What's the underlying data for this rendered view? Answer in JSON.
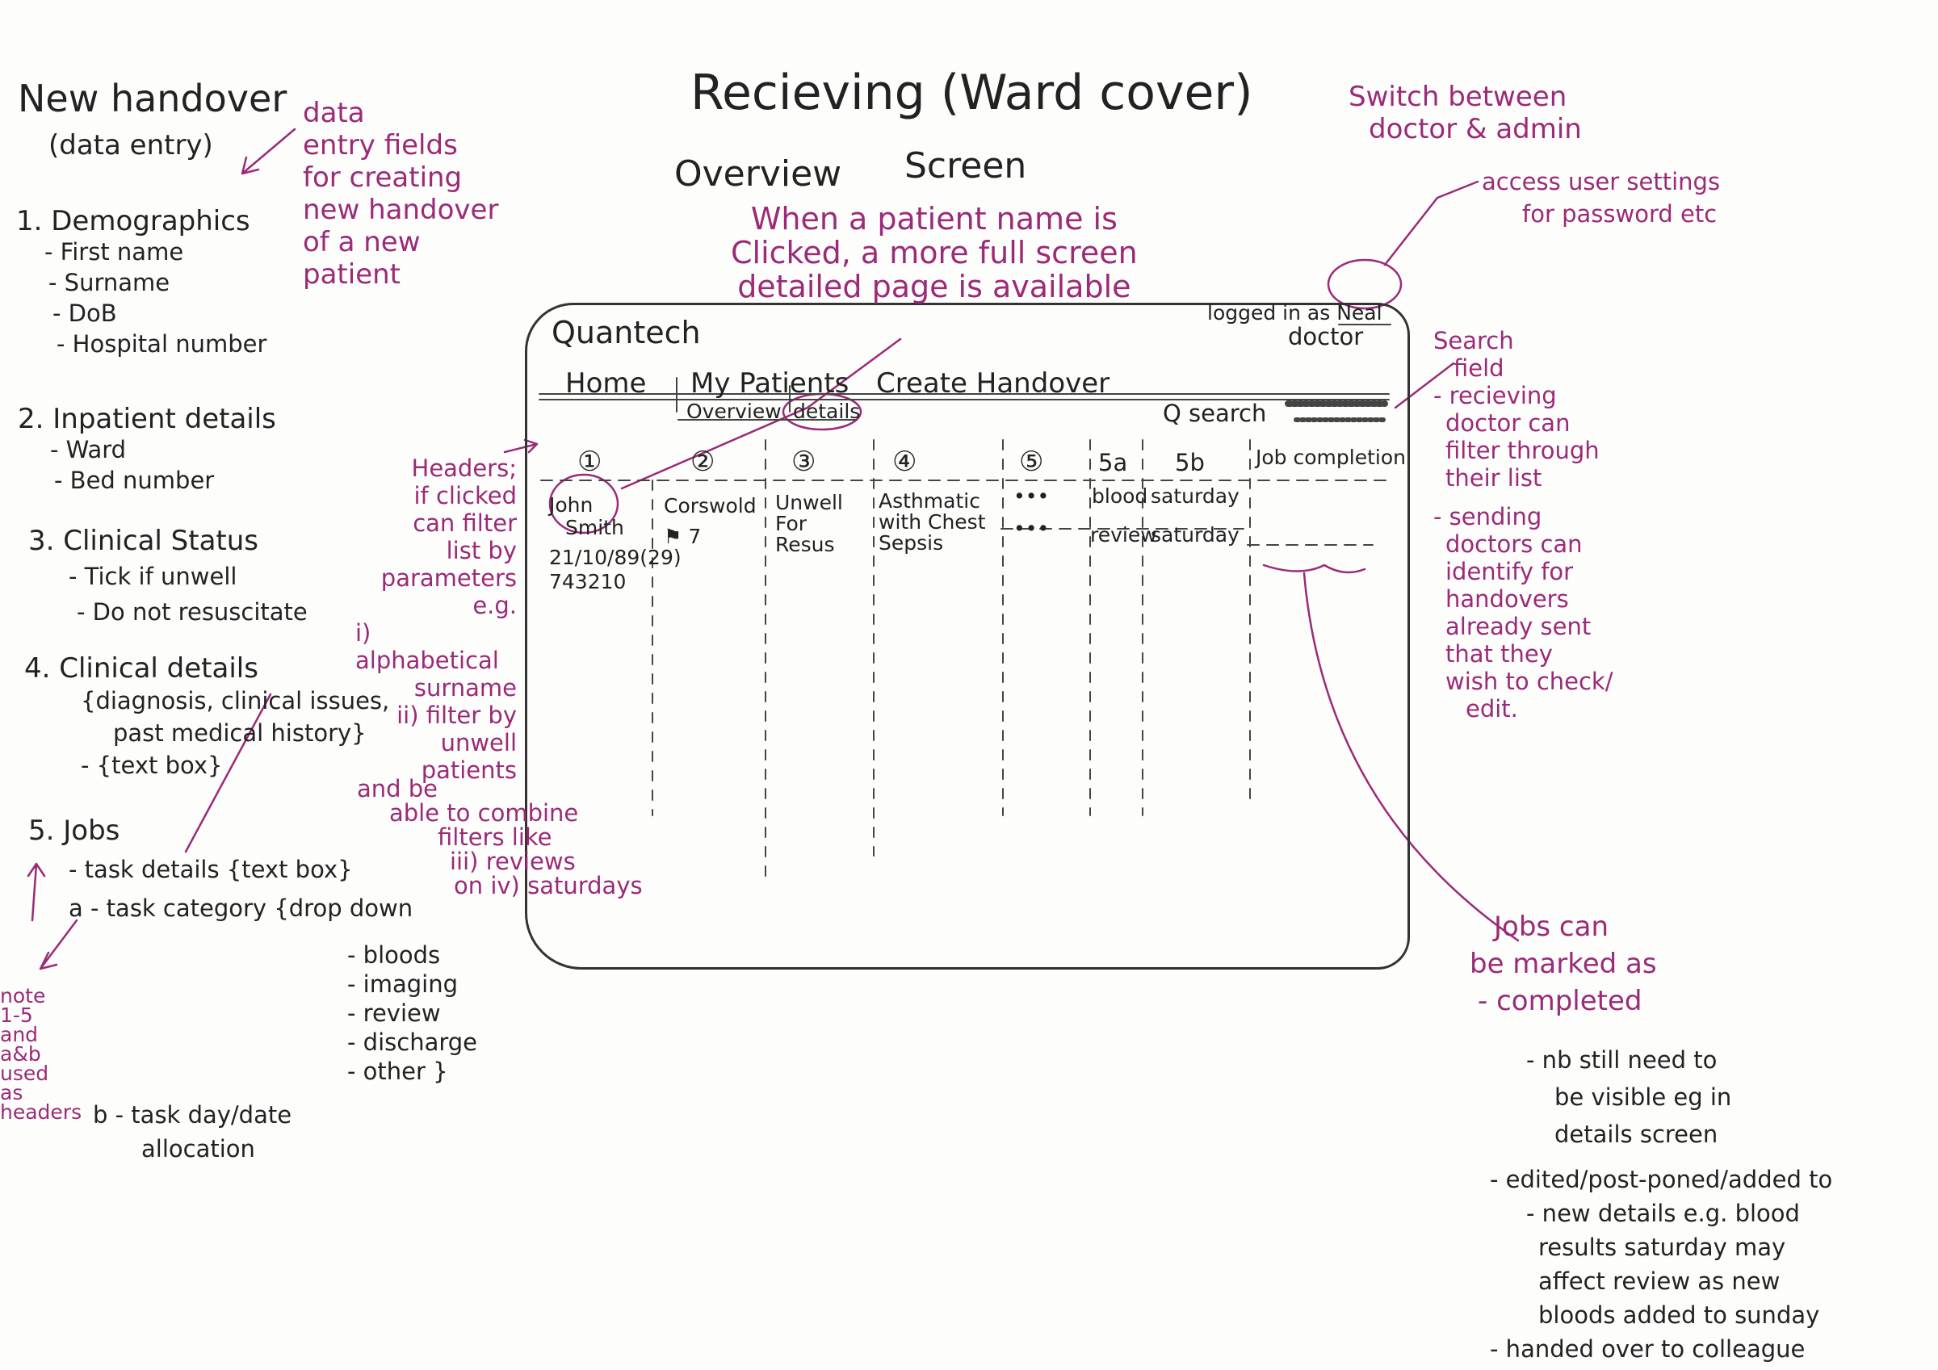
{
  "title": {
    "line1": "Recieving (Ward cover)",
    "line2a": "Overview",
    "line2b": "Screen"
  },
  "left": {
    "heading": "New handover",
    "subheading": "(data entry)",
    "annotation": [
      "data",
      "entry fields",
      "for creating",
      "new handover",
      "of a new",
      "patient"
    ],
    "sections": {
      "s1": {
        "title": "1. Demographics",
        "items": [
          "- First name",
          "- Surname",
          "- DoB",
          "- Hospital number"
        ]
      },
      "s2": {
        "title": "2. Inpatient details",
        "items": [
          "- Ward",
          "- Bed number"
        ]
      },
      "s3": {
        "title": "3. Clinical Status",
        "items": [
          "- Tick if unwell",
          "- Do not resuscitate"
        ]
      },
      "s4": {
        "title": "4. Clinical details",
        "items": [
          "{diagnosis, clinical issues,",
          "past medical history}",
          "- {text box}"
        ]
      },
      "s5": {
        "title": "5. Jobs",
        "items": [
          "- task details {text box}",
          "a - task category {drop down"
        ]
      },
      "categories": [
        "- bloods",
        "- imaging",
        "- review",
        "- discharge",
        "- other }"
      ],
      "s5b": [
        "b - task day/date",
        "allocation"
      ],
      "note": [
        "note",
        "1-5",
        "and",
        "a&b",
        "used",
        "as",
        "headers"
      ]
    }
  },
  "top_note": {
    "lines": [
      "When a patient name is",
      "Clicked, a more full screen",
      "detailed page is available"
    ]
  },
  "mockup": {
    "brand": "Quantech",
    "login_line1": "logged in as Neal",
    "login_line2": "doctor",
    "nav": {
      "home": "Home",
      "my_patients": "My Patients",
      "create": "Create Handover"
    },
    "subnav": {
      "overview": "Overview",
      "details": "details"
    },
    "search": "Q search",
    "headers": [
      "①",
      "②",
      "③",
      "④",
      "⑤",
      "5a",
      "5b",
      "Job completion"
    ],
    "row": {
      "name": [
        "John",
        "Smith"
      ],
      "dob": "21/10/89(29)",
      "hosp": "743210",
      "ward": "Corswold",
      "bed": "⚑ 7",
      "status": [
        "Unwell",
        "For",
        "Resus"
      ],
      "diagnosis": [
        "Asthmatic",
        "with Chest",
        "Sepsis"
      ],
      "jobs": [
        "•••",
        "•••"
      ],
      "category": [
        "blood",
        "review"
      ],
      "day": [
        "saturday",
        "saturday"
      ]
    }
  },
  "headers_note": [
    "Headers;",
    "if clicked",
    "can filter",
    "list by",
    "parameters",
    "e.g.",
    "i) alphabetical",
    "surname",
    "ii) filter by",
    "unwell",
    "patients",
    "and be",
    "able to combine",
    "filters like",
    "iii) reviews",
    "on iv) saturdays"
  ],
  "right": {
    "switch": [
      "Switch between",
      "doctor & admin"
    ],
    "access": [
      "access user settings",
      "for password etc"
    ],
    "search_note": [
      "Search",
      "field",
      "- recieving",
      "doctor can",
      "filter through",
      "their list",
      "- sending",
      "doctors can",
      "identify for",
      "handovers",
      "already sent",
      "that they",
      "wish to check/",
      "edit."
    ],
    "jobs_note": [
      "Jobs can",
      "be marked as",
      "- completed",
      "- nb still need to",
      "be visible eg in",
      "details screen",
      "- edited/post-poned/added to",
      "- new details e.g. blood",
      "results saturday may",
      "affect review as new",
      "bloods added to sunday",
      "- handed over to colleague"
    ]
  }
}
